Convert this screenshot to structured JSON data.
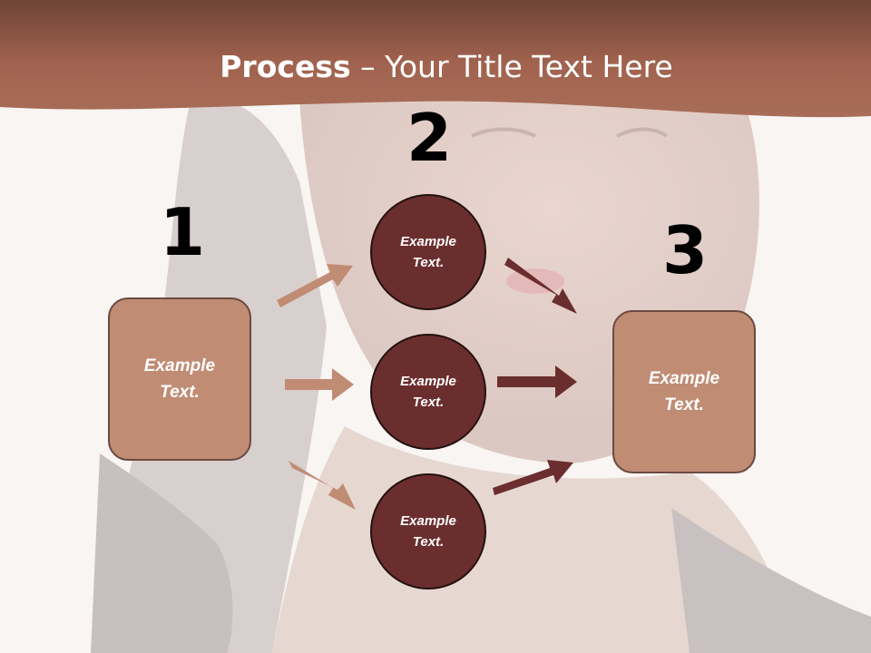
{
  "slide": {
    "title_bold": "Process",
    "title_rest": " – Your Title Text Here"
  },
  "colors": {
    "header": "#a16450",
    "box_fill": "#c08c74",
    "circle_fill": "#6b2e2e",
    "arrow_light": "#c08c74",
    "arrow_dark": "#6b2e2e"
  },
  "steps": {
    "step1": {
      "number": "1",
      "text_line1": "Example",
      "text_line2": "Text."
    },
    "step2": {
      "number": "2",
      "items": [
        {
          "line1": "Example",
          "line2": "Text."
        },
        {
          "line1": "Example",
          "line2": "Text."
        },
        {
          "line1": "Example",
          "line2": "Text."
        }
      ]
    },
    "step3": {
      "number": "3",
      "text_line1": "Example",
      "text_line2": "Text."
    }
  }
}
